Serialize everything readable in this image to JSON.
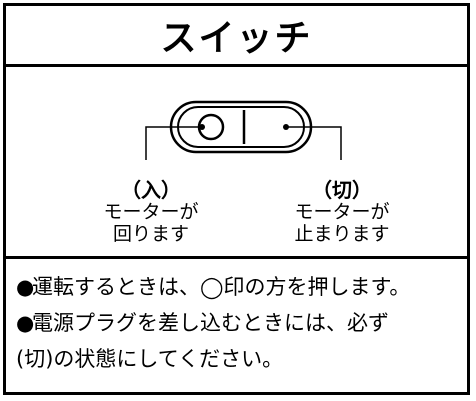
{
  "title": "スイッチ",
  "diagram": {
    "on": {
      "mark": "（入）",
      "line1": "モーターが",
      "line2": "回ります"
    },
    "off": {
      "mark": "（切）",
      "line1": "モーターが",
      "line2": "止まります"
    }
  },
  "notes": [
    {
      "bullet": "●",
      "text": "運転するときは、◯印の方を押します。"
    },
    {
      "bullet": "●",
      "text": "電源プラグを差し込むときには、必ず"
    },
    {
      "bullet": "",
      "text": "(切)の状態にしてください。"
    }
  ]
}
